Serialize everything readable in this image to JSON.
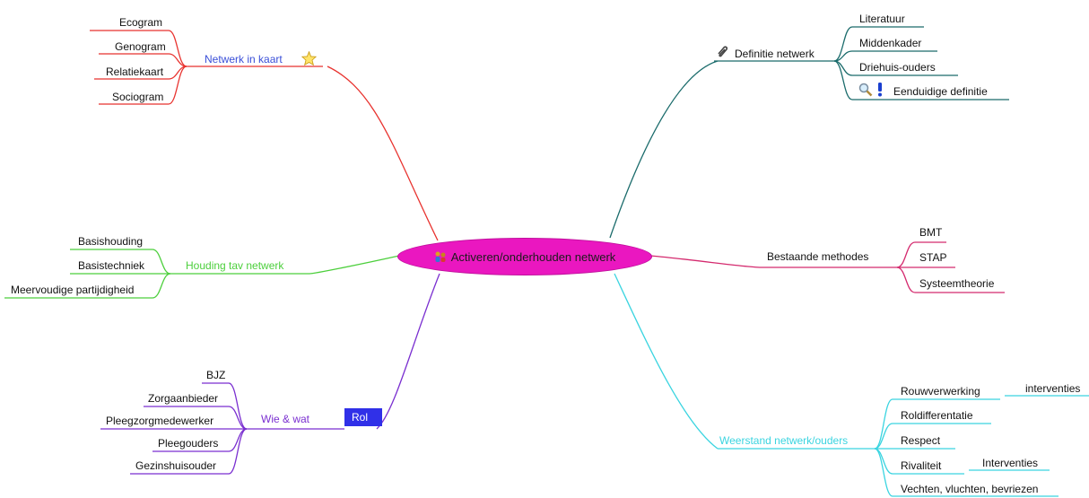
{
  "center": {
    "label": "Activeren/onderhouden netwerk",
    "icon": "people-icon",
    "color": "#ea17c0"
  },
  "branches": {
    "netwerk": {
      "label": "Netwerk in kaart",
      "icon": "star-icon",
      "color": "#e8322e",
      "items": [
        "Ecogram",
        "Genogram",
        "Relatiekaart",
        "Sociogram"
      ]
    },
    "definitie": {
      "label": "Definitie netwerk",
      "icon": "paperclip-icon",
      "color": "#1a6b6b",
      "items": [
        "Literatuur",
        "Middenkader",
        "Driehuis-ouders",
        "Eenduidige definitie"
      ],
      "item_icons": [
        "search-icon",
        "exclamation-icon"
      ]
    },
    "houding": {
      "label": "Houding tav netwerk",
      "color": "#4ccf3c",
      "items": [
        "Basishouding",
        "Basistechniek",
        "Meervoudige partijdigheid"
      ]
    },
    "bestaande": {
      "label": "Bestaande methodes",
      "color": "#d42a6e",
      "items": [
        "BMT",
        "STAP",
        "Systeemtheorie"
      ]
    },
    "wie": {
      "label": "Wie & wat",
      "color": "#7a2fd0",
      "tag": "Rol",
      "items": [
        "BJZ",
        "Zorgaanbieder",
        "Pleegzorgmedewerker",
        "Pleegouders",
        "Gezinshuisouder"
      ]
    },
    "weerstand": {
      "label": "Weerstand netwerk/ouders",
      "color": "#3ad4e0",
      "items": [
        "Rouwverwerking",
        "Roldifferentatie",
        "Respect",
        "Rivaliteit",
        "Vechten, vluchten, bevriezen"
      ],
      "subitems": {
        "rouw": "interventies",
        "rival": "Interventies"
      }
    }
  }
}
